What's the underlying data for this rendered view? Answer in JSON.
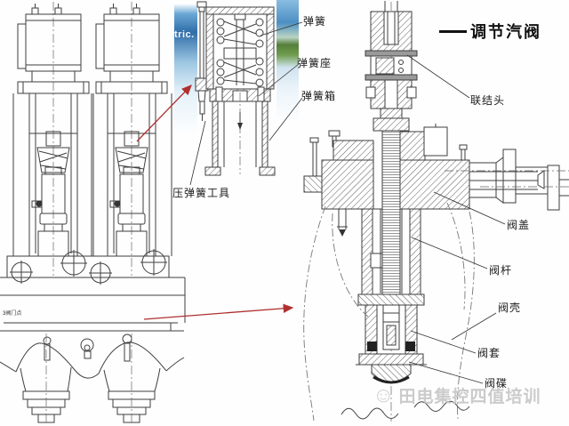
{
  "title": {
    "text": "调节汽阀"
  },
  "inset": {
    "labels": {
      "spring": "弹簧",
      "spring_seat": "弹簧座",
      "spring_box": "弹簧箱",
      "tool": "压弹簧工具"
    },
    "photo_text": "tric."
  },
  "part_labels": {
    "coupling_head": "联结头",
    "valve_cover": "阀盖",
    "valve_stem": "阀杆",
    "valve_shell": "阀壳",
    "valve_sleeve": "阀套",
    "valve_disc": "阀碟"
  },
  "left_drawing": {
    "tiny_tag": "3阀门点"
  },
  "watermark": {
    "logo_glyph": "☺",
    "text": "田电集控四值培训"
  },
  "colors": {
    "line": "#3f3f3f",
    "arrow_red": "#b03030",
    "watermark_gray": "#c6c6c6",
    "photo_blue": "#2f6ea9",
    "photo_green": "#557f3a"
  }
}
